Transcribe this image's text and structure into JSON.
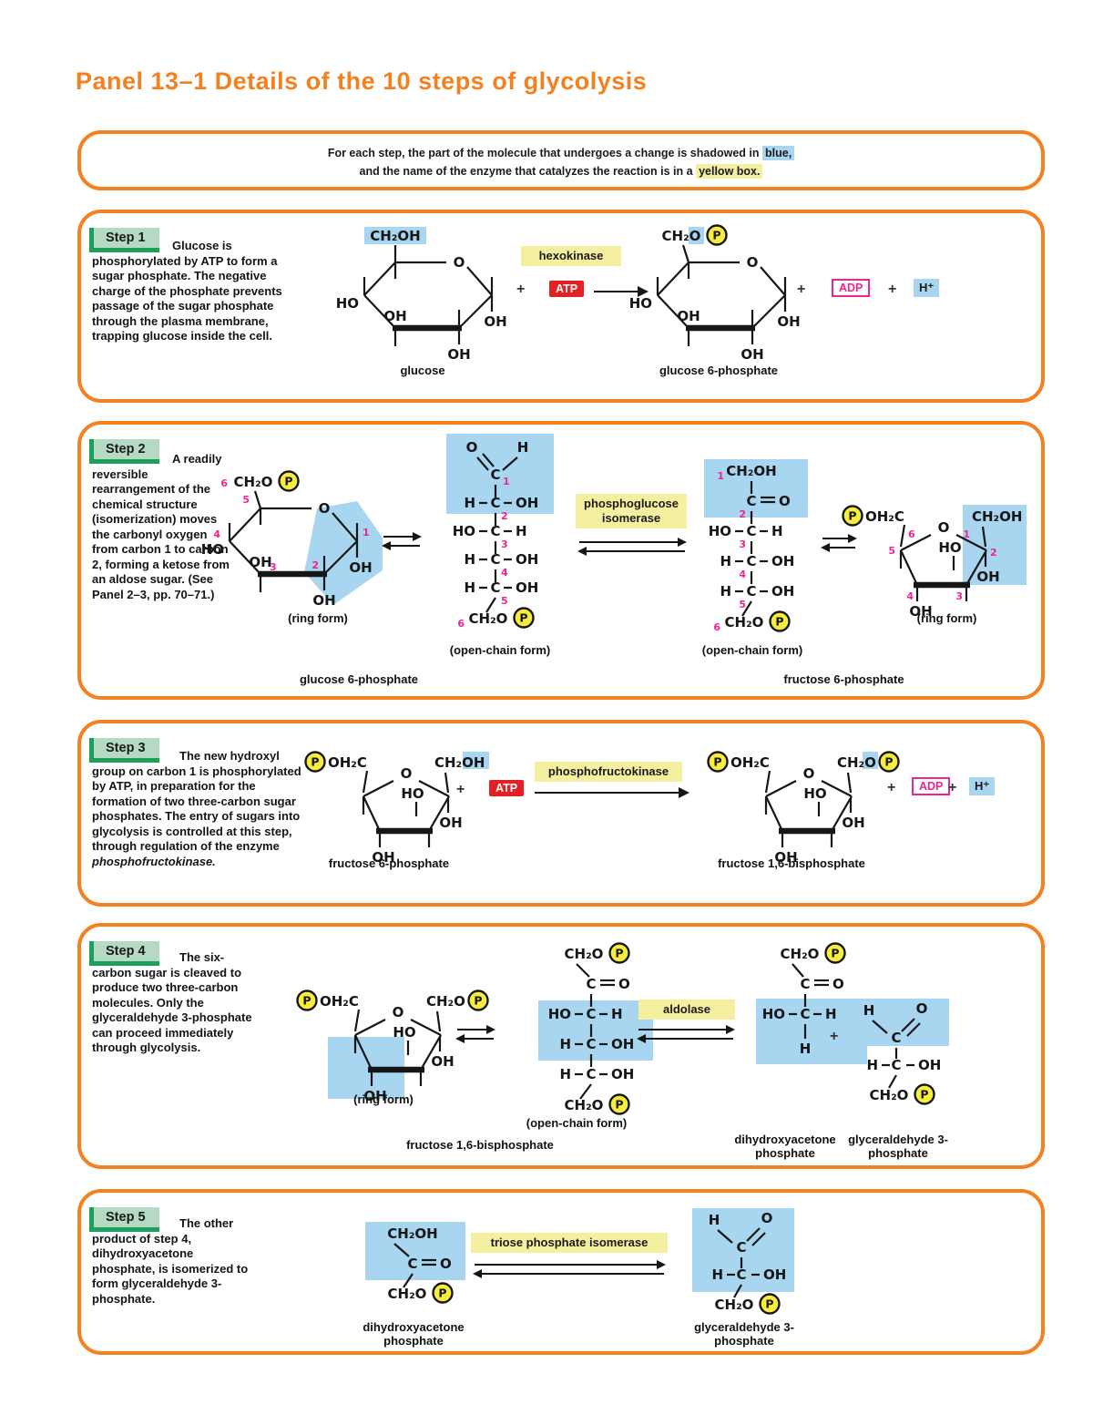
{
  "page": {
    "title": "Panel 13–1 Details of the 10 steps of glycolysis"
  },
  "legend": {
    "line1_pre": "For each step, the part of the molecule that undergoes a change is shadowed in ",
    "line1_hl": "blue,",
    "line2_pre": "and the name of the enzyme that catalyzes the reaction is in a ",
    "line2_hl": "yellow box."
  },
  "steps": [
    {
      "label": "Step 1",
      "body": "Glucose is phosphorylated by ATP to form a sugar phosphate. The negative charge of the phosphate prevents passage of the sugar phosphate through the plasma membrane, trapping glucose inside the cell.",
      "enzyme": "hexokinase"
    },
    {
      "label": "Step 2",
      "body": "A readily reversible rearrangement of the chemical structure (isomerization) moves the carbonyl oxygen from carbon 1 to carbon 2, forming a ketose from an aldose sugar. (See Panel 2–3, pp. 70–71.)",
      "enzyme": "phosphoglucose isomerase"
    },
    {
      "label": "Step 3",
      "body": "The new hydroxyl group on carbon 1 is phosphorylated by ATP, in preparation for the formation of two three-carbon sugar phosphates. The entry of sugars into glycolysis is controlled at this step, through regulation of the enzyme ",
      "body_italic": "phosphofructokinase.",
      "enzyme": "phosphofructokinase"
    },
    {
      "label": "Step 4",
      "body": "The six-carbon sugar is cleaved to produce two three-carbon molecules. Only the glyceraldehyde 3-phosphate can proceed immediately through glycolysis.",
      "enzyme": "aldolase"
    },
    {
      "label": "Step 5",
      "body": "The other product of step 4, dihydroxyacetone phosphate, is isomerized to form glyceraldehyde 3-phosphate.",
      "enzyme": "triose phosphate isomerase"
    }
  ],
  "molecules": {
    "glucose": "glucose",
    "g6p": "glucose 6-phosphate",
    "f6p": "fructose 6-phosphate",
    "f16bp": "fructose 1,6-bisphosphate",
    "dhap": "dihydroxyacetone phosphate",
    "g3p": "glyceraldehyde 3-phosphate",
    "ring_form": "(ring form)",
    "open_chain_form": "(open-chain form)"
  },
  "species": {
    "plus": "+",
    "atp": "ATP",
    "adp": "ADP",
    "h_plus": "H⁺"
  },
  "atoms": {
    "c": "C",
    "o": "O",
    "h": "H",
    "p": "P",
    "oh": "OH",
    "ho": "HO",
    "ch2oh": "CH₂OH",
    "ch2o": "CH₂O",
    "oh2c": "OH₂C"
  },
  "carbon_numbers": {
    "n1": "1",
    "n2": "2",
    "n3": "3",
    "n4": "4",
    "n5": "5",
    "n6": "6"
  },
  "colors": {
    "accent_orange": "#F4811F",
    "highlight_blue": "#A8D6F0",
    "enzyme_yellow": "#F5EFA0",
    "atp_red": "#E32124",
    "adp_magenta": "#EC268F",
    "step_green": "#B5D9C3",
    "step_green_dark": "#1CA05C",
    "phosphate_yellow": "#F8EC3D",
    "carbon_number_pink": "#EC268F"
  }
}
